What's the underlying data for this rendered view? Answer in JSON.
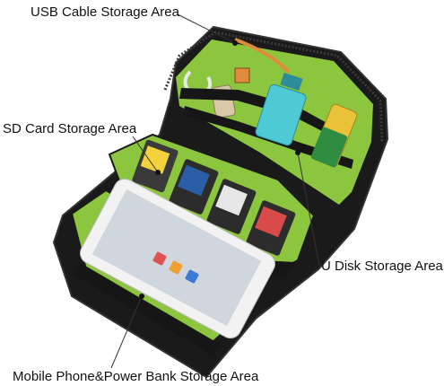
{
  "labels": {
    "usb": "USB Cable Storage Area",
    "sd": "SD Card Storage Area",
    "udisk": "U Disk Storage Area",
    "phone": "Mobile Phone&Power Bank Storage Area"
  },
  "colors": {
    "case_shell": "#1a1a1a",
    "zipper": "#2a2a2a",
    "lining_green": "#8cc63f",
    "pocket_dark": "#161616",
    "phone_white": "#f2f2f2",
    "usb_cable_orange": "#e08a3c",
    "usb_drive_cyan": "#4ec9d6",
    "battery_gold": "#e9c23a"
  }
}
